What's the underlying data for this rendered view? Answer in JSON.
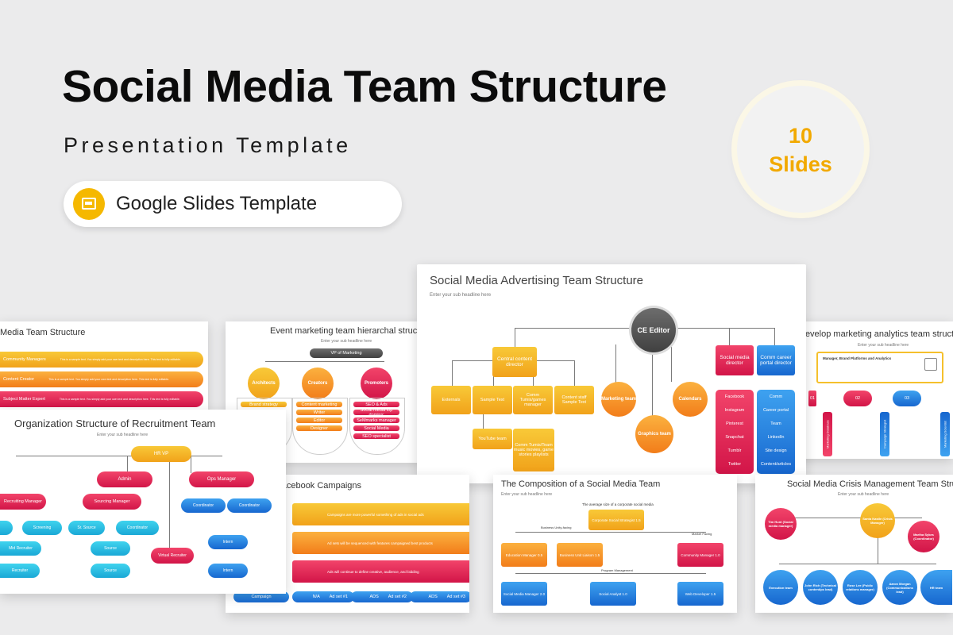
{
  "header": {
    "title": "Social Media Team Structure",
    "subtitle": "Presentation Template",
    "platform_label": "Google Slides Template"
  },
  "badge": {
    "count": "10",
    "unit": "Slides"
  },
  "slides": {
    "main": {
      "title": "Social Media Advertising Team Structure",
      "subhead": "Enter your sub headline here",
      "ce": "CE Editor",
      "central": "Central content director",
      "left_boxes": [
        "Externals",
        "Sample Text",
        "Comm Tumis/games manager",
        "Content staff Sample Text"
      ],
      "youtube": "YouTube team",
      "content_team": "Comm Tumis/Team music movies, game stories playlists",
      "marketing": "Marketing team",
      "graphics": "Graphics team",
      "calendars": "Calendars",
      "social_director": "Social media director",
      "social_items": [
        "Facebook",
        "Instagram",
        "Pinterest",
        "Snapchat",
        "Tumblr",
        "Twitter"
      ],
      "career_director": "Comm career portal director",
      "career_items": [
        "Comm",
        "Career portal",
        "Team",
        "LinkedIn",
        "Site design",
        "Content/articles"
      ]
    },
    "left_top": {
      "title": "Media Team Structure",
      "rows": [
        "Community Managers",
        "Content Creator",
        "Subject Matter Expert"
      ],
      "row_text": "This is a sample text. You simply add your own text and description here. This text is fully editable."
    },
    "event": {
      "title": "Event marketing team hierarchal structure",
      "subhead": "Enter your sub headline here",
      "vp": "VP of Marketing",
      "groups": [
        "Architects",
        "Creators",
        "Promoters"
      ],
      "col1": [
        "Brand strategy"
      ],
      "col2": [
        "Content marketing",
        "Writer",
        "Editor",
        "Designer"
      ],
      "col3": [
        "SEO & Ads",
        "Social media top dominic",
        "SeMmarks manager",
        "Social Media",
        "SEO specialist"
      ]
    },
    "recruit": {
      "title": "Organization Structure of Recruitment Team",
      "subhead": "Enter your sub headline here",
      "hr": "HR VP",
      "admin": "Admin",
      "ops": "Ops Manager",
      "recruiting": "Recruiting Manager",
      "sourcing": "Sourcing Manager",
      "coordinator": "Coordinator",
      "sourcing_items": [
        "Sr. Source",
        "Coordinator",
        "Source",
        "Source"
      ],
      "left_items": [
        "Screening",
        "Mid Recruiter",
        "Recruiter"
      ],
      "virtual": "Virtual Recruiter",
      "interns": [
        "Intern",
        "Intern"
      ]
    },
    "facebook": {
      "title": "Facebook Campaigns",
      "rows": [
        "Campaigns are more powerful something of ads in social ads",
        "Ad sets will be sequenced with features campaigned best products",
        "Ads will continue to define creative, audience, and bidding"
      ],
      "footer": [
        "Campaign",
        "Ad set #1",
        "Ad set #2",
        "Ad set #3"
      ],
      "footer_tags": [
        "N/A",
        "ADS",
        "ADS"
      ]
    },
    "composition": {
      "title": "The Composition of a Social Media Team",
      "subhead": "Enter your sub headline here",
      "lead": "The average size of a corporate social media",
      "top": "Corporate Social Strategist 1.5",
      "business": "Business Unity-facing",
      "market": "Market Facing",
      "program": "Program Management",
      "boxes": [
        "Education Manager 0.5",
        "Business Unit Liaison 1.5",
        "Community Manager 1.0",
        "Social Media Manager 2.0",
        "Social Analyst 1.0",
        "Web Developer 1.5"
      ]
    },
    "analytics": {
      "title": "Develop marketing analytics team structure",
      "subhead": "Enter your sub headline here",
      "box_title": "Manager, Brand Platforms and Analytics",
      "steps": [
        "01",
        "02",
        "03"
      ],
      "labels": [
        "Marketing Database",
        "Campaign Strategist",
        "Marketing Scientist"
      ]
    },
    "crisis": {
      "title": "Social Media Crisis Management Team Structure",
      "subhead": "Enter your sub headline here",
      "head": "Santa Kastle (Crisis Manager)",
      "left": "Tim Hunt (Social media manager)",
      "right": "Martha Sykes (Coordinator)",
      "bottom": [
        "Execution team",
        "John Rich (Technical content/ps lead)",
        "Rose Lee (Public relations manager)",
        "Aaron Morgan (Communications lead)",
        "HR team"
      ]
    }
  },
  "colors": {
    "accent_yellow": "#f2a900",
    "red": "#e0234f",
    "blue": "#1f7fe0",
    "gray": "#525252"
  }
}
